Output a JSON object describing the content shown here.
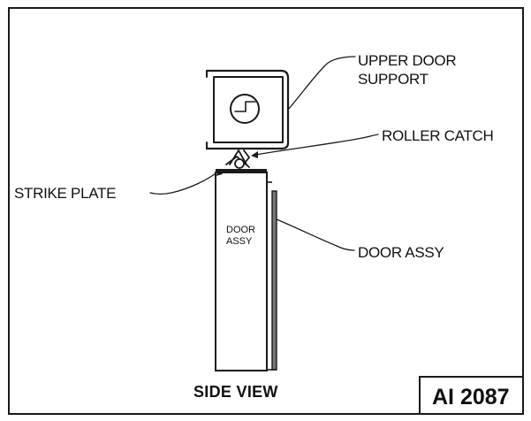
{
  "diagram": {
    "callouts": {
      "upper_door_support": [
        "UPPER DOOR",
        "SUPPORT"
      ],
      "roller_catch": "ROLLER CATCH",
      "strike_plate": "STRIKE PLATE",
      "door_assy": "DOOR ASSY"
    },
    "door_panel_label": [
      "DOOR",
      "ASSY"
    ],
    "view_caption": "SIDE VIEW",
    "figure_id": "AI 2087"
  }
}
